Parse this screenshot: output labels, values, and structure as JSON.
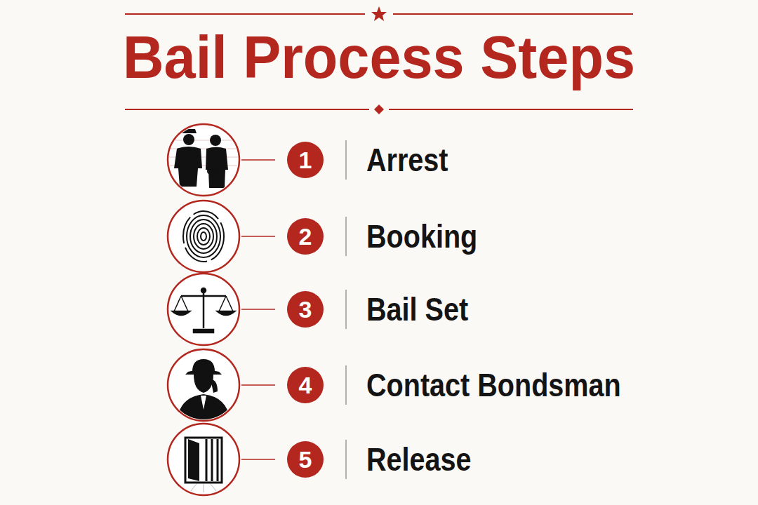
{
  "diagram": {
    "title": "Bail Process Steps",
    "nodes": [
      {
        "text": [
          "1"
        ]
      },
      {
        "text": [
          "2"
        ]
      },
      {
        "text": [
          "3"
        ]
      },
      {
        "text": [
          "4"
        ]
      },
      {
        "text": [
          "5"
        ]
      }
    ],
    "labels": [
      "Arrest",
      "Booking",
      "Bail Set",
      "Contact Bondsman",
      "Release"
    ]
  }
}
